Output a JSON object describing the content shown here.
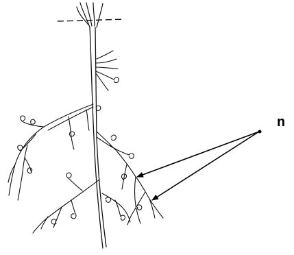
{
  "diagram": {
    "annotation": {
      "label": "n"
    },
    "colors": {
      "ink": "#111111",
      "arrow": "#000000",
      "background": "#ffffff"
    },
    "parts": [
      "shoot-stubs",
      "soil-line",
      "main-root",
      "lateral-roots",
      "root-nodules",
      "annotation-arrows"
    ]
  }
}
